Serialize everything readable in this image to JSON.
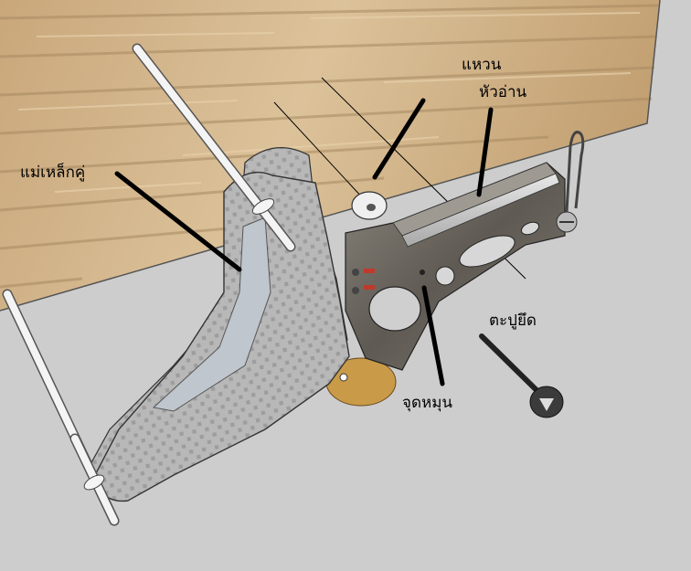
{
  "labels": {
    "washer": "แหวน",
    "read_head": "หัวอ่าน",
    "double_magnet": "แม่เหล็กคู่",
    "fixing_screw": "ตะปูยึด",
    "pivot_point": "จุดหมุน"
  },
  "colors": {
    "floor": "#cfcfcf",
    "wood_light": "#d7b98f",
    "wood_dark": "#a6825a",
    "plate": "#b9b9b9",
    "arm": "#6e6a63",
    "pin": "#f3f3f3",
    "accent_gold": "#c99a48"
  }
}
